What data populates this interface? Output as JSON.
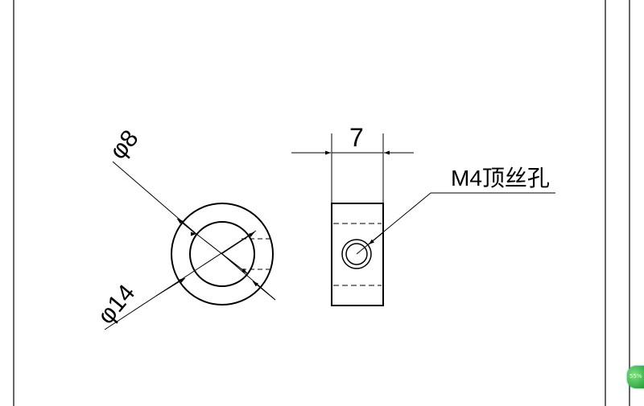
{
  "drawing": {
    "dimensions": {
      "inner_diameter": "φ8",
      "outer_diameter": "φ14",
      "width": "7",
      "hole_note": "M4顶丝孔"
    }
  },
  "badge": {
    "text": "55%"
  },
  "colors": {
    "line": "#000000",
    "background": "#ffffff",
    "badge": "#2aa84a"
  }
}
